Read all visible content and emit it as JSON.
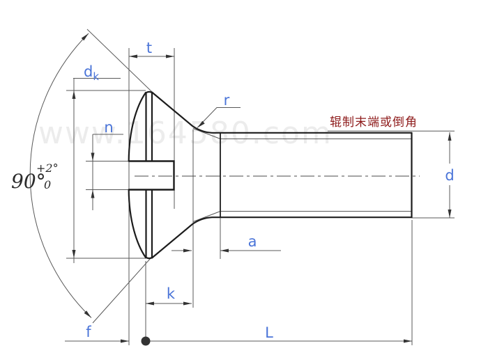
{
  "watermark": "www.164580.com",
  "note": {
    "thread_end": "辊制末端或倒角"
  },
  "angle": {
    "base": "90°",
    "upper_tol": "+2°",
    "lower_tol": "0"
  },
  "labels": {
    "t": "t",
    "dk_base": "d",
    "dk_sub": "k",
    "n": "n",
    "r": "r",
    "d": "d",
    "a": "a",
    "k": "k",
    "f": "f",
    "L": "L"
  },
  "colors": {
    "label_blue": "#4a74d8",
    "note_red": "#8e1b1b",
    "outline": "#1c1c1c",
    "thin_line": "#585858",
    "arrow": "#333333",
    "centerline": "#4a4a4a",
    "angle_text": "#2b2b2b",
    "watermark_gray": "#ececec"
  }
}
